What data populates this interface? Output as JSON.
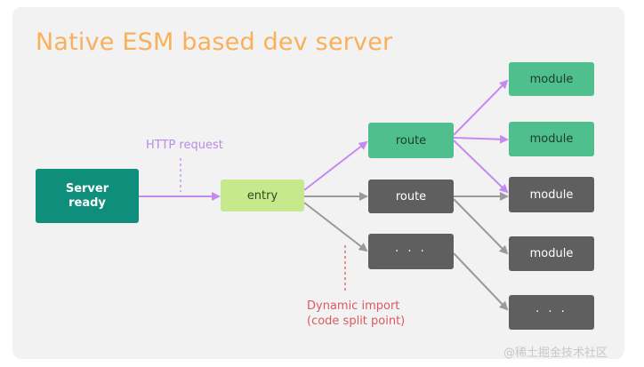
{
  "title": "Native ESM based dev server",
  "labels": {
    "http_request": "HTTP request",
    "dynamic_import_line1": "Dynamic import",
    "dynamic_import_line2": "(code split point)"
  },
  "nodes": {
    "server_line1": "Server",
    "server_line2": "ready",
    "entry": "entry",
    "route_active": "route",
    "route_inactive": "route",
    "dots_middle": "· · ·",
    "module_1": "module",
    "module_2": "module",
    "module_3": "module",
    "module_4": "module",
    "dots_right": "· · ·"
  },
  "watermark": "@稀土掘金技术社区",
  "colors": {
    "title": "#f9b05a",
    "server": "#0f8f7b",
    "entry": "#c6e98d",
    "active_green": "#4fc08d",
    "inactive_gray": "#5f5f5f",
    "active_arrow": "#c58af0",
    "inactive_arrow": "#9a9a9a",
    "dynamic_label": "#d95b5b"
  }
}
